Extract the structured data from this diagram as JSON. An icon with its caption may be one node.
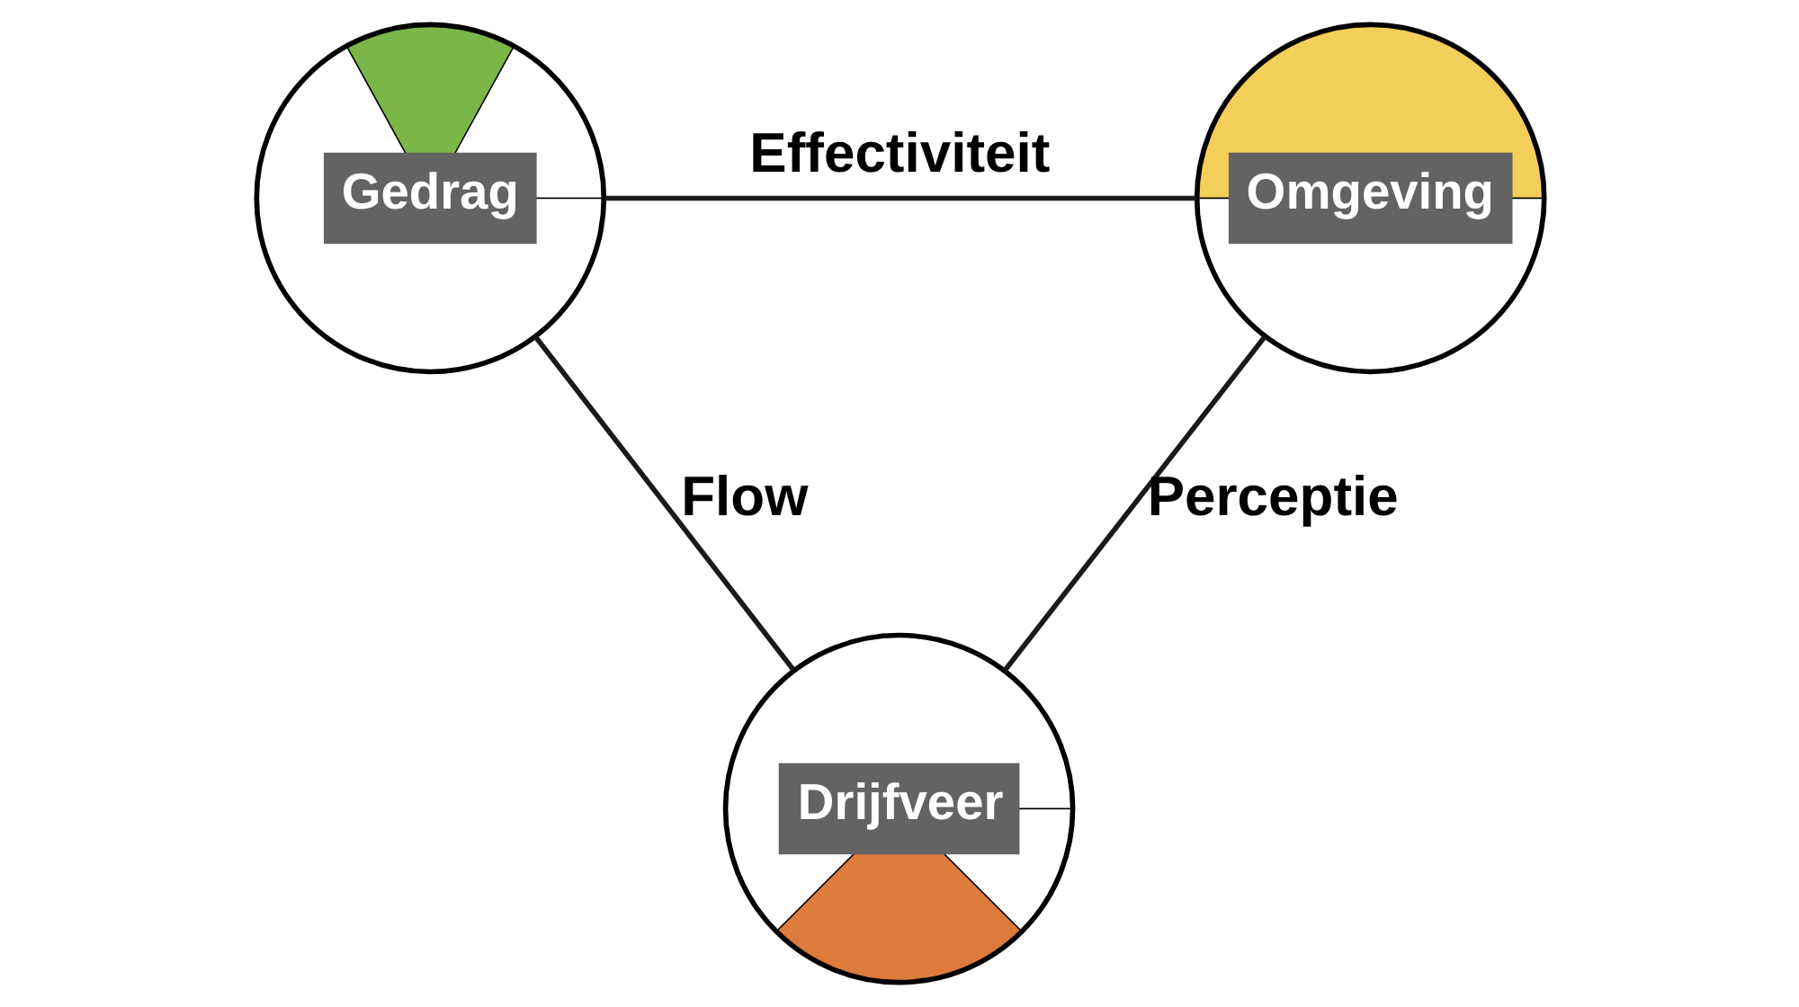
{
  "diagram": {
    "nodes": [
      {
        "text": [
          "Gedrag"
        ]
      },
      {
        "text": [
          "Omgeving"
        ]
      },
      {
        "text": [
          "Drijfveer"
        ]
      }
    ],
    "edges": [
      {
        "from": 0,
        "to": 1,
        "arrow": "none",
        "label": "Effectiviteit"
      },
      {
        "from": 0,
        "to": 2,
        "arrow": "none",
        "label": "Flow"
      },
      {
        "from": 1,
        "to": 2,
        "arrow": "none",
        "label": "Perceptie"
      }
    ]
  }
}
